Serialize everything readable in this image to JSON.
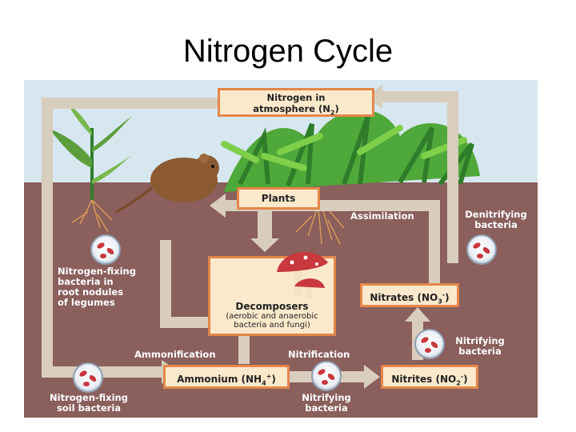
{
  "slide": {
    "title": "Nitrogen Cycle"
  },
  "diagram": {
    "atmosphere": {
      "line1": "Nitrogen in",
      "line2": "atmosphere (N",
      "sub": "2",
      "close": ")"
    },
    "plants": "Plants",
    "decomposers": {
      "title": "Decomposers",
      "line1": "(aerobic and anaerobic",
      "line2": "bacteria and fungi)"
    },
    "ammonium": {
      "text": "Ammonium (NH",
      "sub": "4",
      "sup": "+",
      "close": ")"
    },
    "nitrites": {
      "text": "Nitrites (NO",
      "sub": "2",
      "sup": "-",
      "close": ")"
    },
    "nitrates": {
      "text": "Nitrates (NO",
      "sub": "3",
      "sup": "-",
      "close": ")"
    },
    "assimilation": "Assimilation",
    "denitrifying": {
      "line1": "Denitrifying",
      "line2": "bacteria"
    },
    "nitrogen_fixing_legumes": {
      "line1": "Nitrogen-fixing",
      "line2": "bacteria in",
      "line3": "root nodules",
      "line4": "of legumes"
    },
    "ammonification": "Ammonification",
    "nitrification": "Nitrification",
    "nitrifying_right": {
      "line1": "Nitrifying",
      "line2": "bacteria"
    },
    "nitrifying_bottom": {
      "line1": "Nitrifying",
      "line2": "bacteria"
    },
    "nitrogen_fixing_soil": {
      "line1": "Nitrogen-fixing",
      "line2": "soil bacteria"
    }
  },
  "colors": {
    "sky": "#d7e7f0",
    "soil": "#8a5f5c",
    "arrow": "#d9cdbd",
    "box_fill": "#fbe9cc",
    "box_border": "#e4874a",
    "bacteria": "#c8383d"
  }
}
